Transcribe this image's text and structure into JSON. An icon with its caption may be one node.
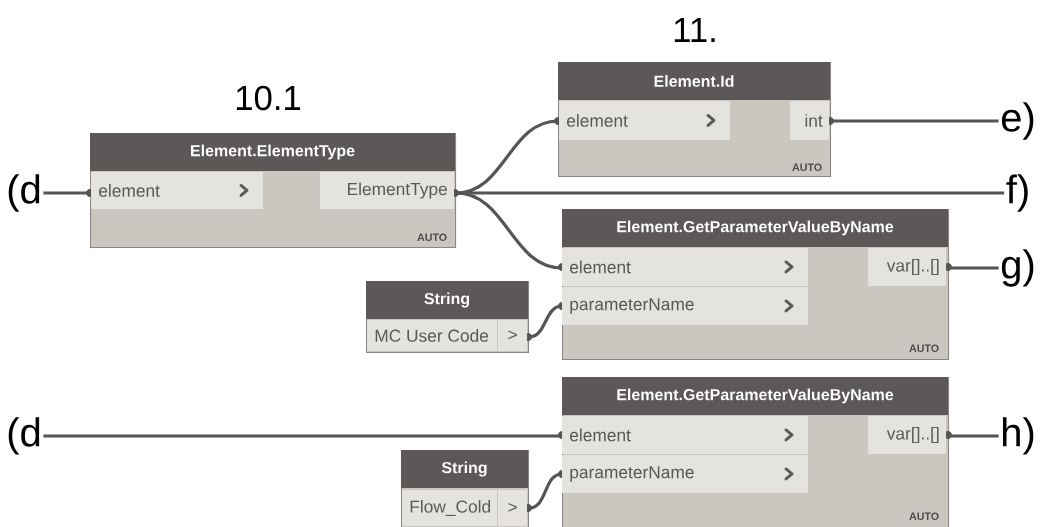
{
  "diagram": {
    "nodes": [
      {
        "text": [
          "(d"
        ]
      },
      {
        "text": [
          "Element.ElementType",
          "element",
          "ElementType",
          "AUTO"
        ],
        "beside": [
          "10.1"
        ]
      },
      {
        "text": [
          "Element.Id",
          "element",
          "int",
          "AUTO"
        ],
        "beside": [
          "11."
        ]
      },
      {
        "text": [
          "e)"
        ]
      },
      {
        "text": [
          "f)"
        ]
      },
      {
        "text": [
          "Element.GetParameterValueByName",
          "element",
          "var[]..[]",
          "parameterName",
          "AUTO"
        ]
      },
      {
        "text": [
          "g)"
        ]
      },
      {
        "text": [
          "String",
          "MC User Code",
          ">"
        ]
      },
      {
        "text": [
          "(d"
        ]
      },
      {
        "text": [
          "Element.GetParameterValueByName",
          "element",
          "var[]..[]",
          "parameterName",
          "AUTO"
        ]
      },
      {
        "text": [
          "h)"
        ]
      },
      {
        "text": [
          "String",
          "Flow_Cold",
          ">"
        ]
      }
    ],
    "edges": [
      {
        "from": 0,
        "to": 1,
        "arrow": "none"
      },
      {
        "from": 1,
        "to": 2,
        "arrow": "none"
      },
      {
        "from": 1,
        "to": 4,
        "arrow": "none"
      },
      {
        "from": 1,
        "to": 5,
        "arrow": "none"
      },
      {
        "from": 2,
        "to": 3,
        "arrow": "none"
      },
      {
        "from": 5,
        "to": 6,
        "arrow": "none"
      },
      {
        "from": 7,
        "to": 5,
        "arrow": "none"
      },
      {
        "from": 8,
        "to": 9,
        "arrow": "none"
      },
      {
        "from": 9,
        "to": 10,
        "arrow": "none"
      },
      {
        "from": 11,
        "to": 9,
        "arrow": "none"
      }
    ]
  }
}
